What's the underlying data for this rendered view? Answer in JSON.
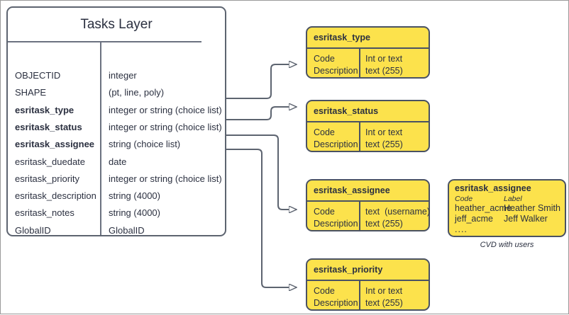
{
  "diagram": {
    "entity": {
      "title": "Tasks Layer",
      "fields": [
        {
          "name": "OBJECTID",
          "type": "integer",
          "bold": false
        },
        {
          "name": "SHAPE",
          "type": "(pt, line, poly)",
          "bold": false
        },
        {
          "name": "esritask_type",
          "type": "integer or string (choice list)",
          "bold": true
        },
        {
          "name": "esritask_status",
          "type": "integer or string (choice list)",
          "bold": true
        },
        {
          "name": "esritask_assignee",
          "type": "string (choice list)",
          "bold": true
        },
        {
          "name": "esritask_duedate",
          "type": "date",
          "bold": false
        },
        {
          "name": "esritask_priority",
          "type": "integer or string (choice list)",
          "bold": false
        },
        {
          "name": "esritask_description",
          "type": "string (4000)",
          "bold": false
        },
        {
          "name": "esritask_notes",
          "type": "string (4000)",
          "bold": false
        },
        {
          "name": "GlobalID",
          "type": "GlobalID",
          "bold": false
        }
      ]
    },
    "domains": [
      {
        "id": "type",
        "title": "esritask_type",
        "left_col": "Code\nDescription",
        "right_col": "Int or text\ntext (255)"
      },
      {
        "id": "status",
        "title": "esritask_status",
        "left_col": "Code\nDescription",
        "right_col": "Int or text\ntext (255)"
      },
      {
        "id": "assignee",
        "title": "esritask_assignee",
        "left_col": "Code\nDescription",
        "right_col": "text  (username)\ntext (255)"
      },
      {
        "id": "priority",
        "title": "esritask_priority",
        "left_col": "Code\nDescription",
        "right_col": "Int or text\ntext (255)"
      }
    ],
    "cvd": {
      "title": "esritask_assignee",
      "header_code": "Code",
      "header_label": "Label",
      "rows": [
        {
          "code": "heather_acme",
          "label": "Heather Smith"
        },
        {
          "code": "jeff_acme",
          "label": "Jeff Walker"
        }
      ],
      "ellipsis": "....",
      "caption": "CVD with users"
    },
    "colors": {
      "domain_fill": "#fce24c",
      "domain_border": "#4a5263",
      "entity_border": "#5d6470",
      "connector": "#5d6470",
      "text": "#2b3040"
    }
  }
}
